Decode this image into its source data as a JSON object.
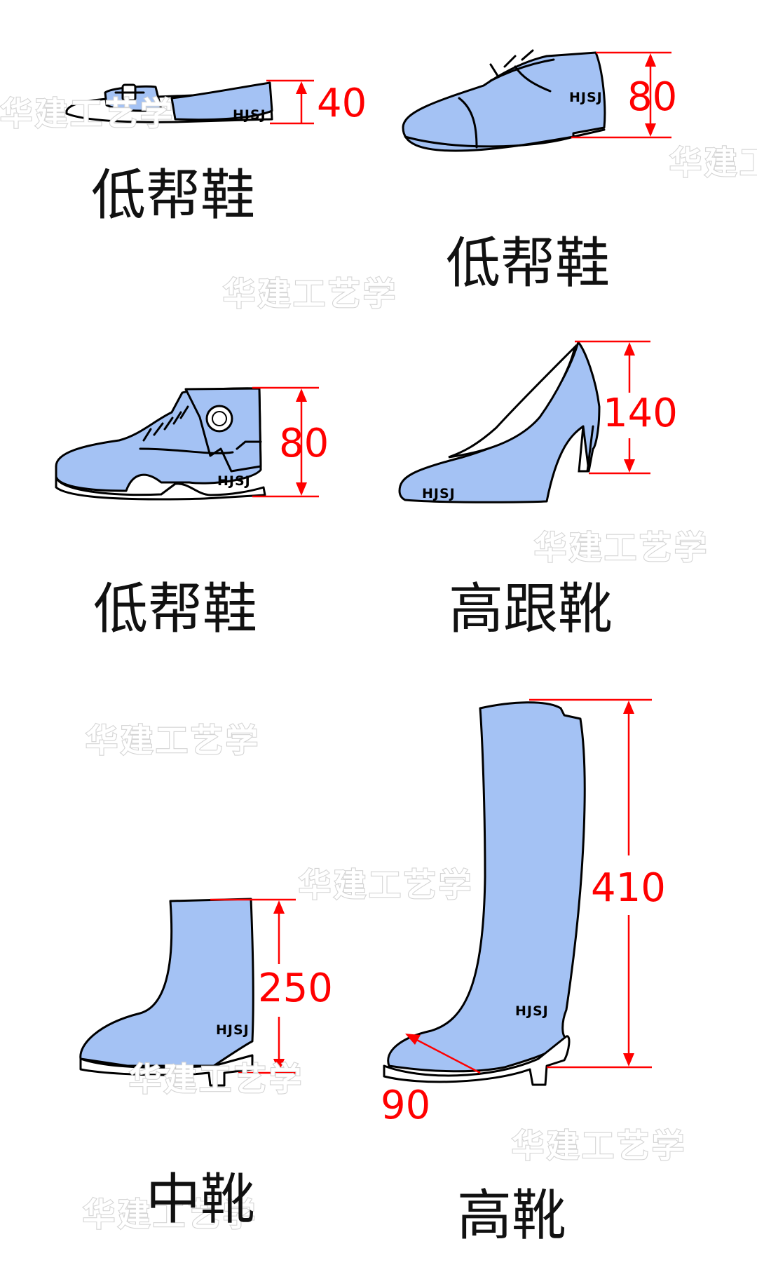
{
  "brand": "HJSJ",
  "watermark": "华建工艺学",
  "colors": {
    "shoe_fill": "#a4c2f4",
    "dimension": "#ff0000",
    "outline": "#000000"
  },
  "items": [
    {
      "caption": "低帮鞋",
      "height": "40"
    },
    {
      "caption": "低帮鞋",
      "height": "80"
    },
    {
      "caption": "低帮鞋",
      "height": "80"
    },
    {
      "caption": "高跟靴",
      "height": "140"
    },
    {
      "caption": "中靴",
      "height": "250"
    },
    {
      "caption": "高靴",
      "height": "410",
      "extra": "90"
    }
  ]
}
